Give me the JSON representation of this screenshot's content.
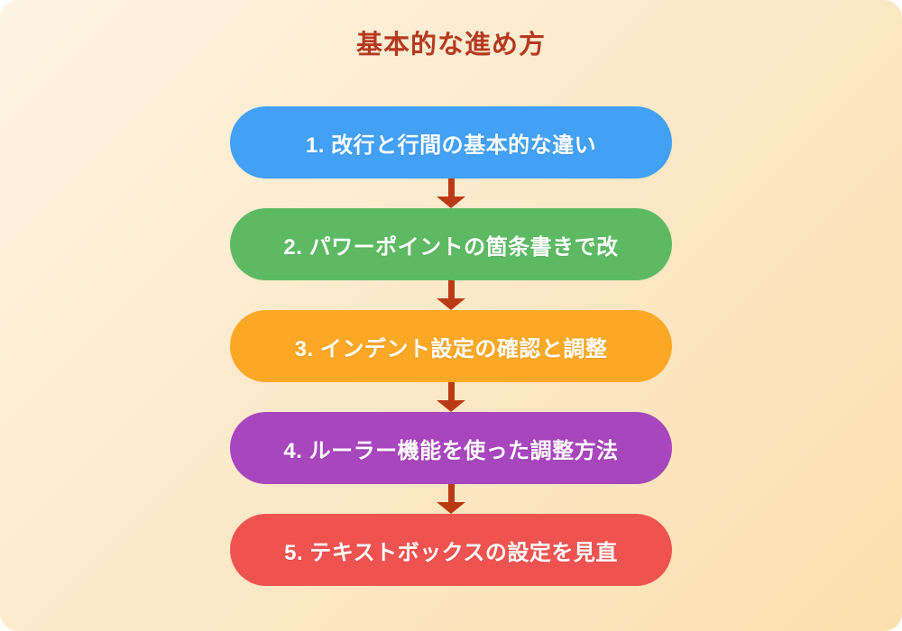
{
  "canvas": {
    "bg_gradient_start": "#fdf3e2",
    "bg_gradient_end": "#fcdfae"
  },
  "title": {
    "text": "基本的な進め方",
    "color": "#b43a20"
  },
  "flow": {
    "arrow_color": "#bb3a16",
    "steps": [
      {
        "label": "1. 改行と行間の基本的な違い",
        "color": "#42a0f5"
      },
      {
        "label": "2. パワーポイントの箇条書きで改",
        "color": "#5dba63"
      },
      {
        "label": "3. インデント設定の確認と調整",
        "color": "#fba827"
      },
      {
        "label": "4. ルーラー機能を使った調整方法",
        "color": "#a846bd"
      },
      {
        "label": "5. テキストボックスの設定を見直",
        "color": "#ef5350"
      }
    ]
  }
}
